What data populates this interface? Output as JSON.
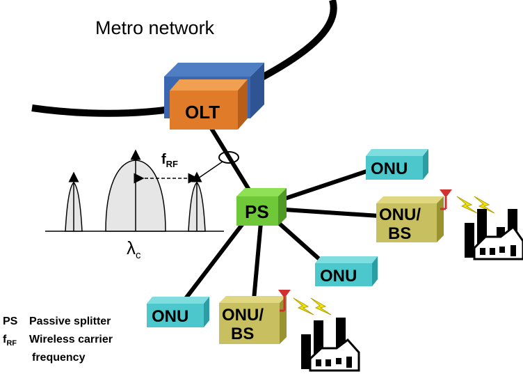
{
  "title": "Metro network",
  "olt_label": "OLT",
  "ps_label": "PS",
  "onu_label": "ONU",
  "onu_bs_label_line1": "ONU/",
  "onu_bs_label_line2": "BS",
  "spectrum": {
    "frf_main": "f",
    "frf_sub": "RF",
    "lambda_main": "λ",
    "lambda_sub": "c"
  },
  "legend": {
    "ps_abbr": "PS",
    "ps_desc": "Passive splitter",
    "frf_abbr_main": "f",
    "frf_abbr_sub": "RF",
    "frf_desc_line1": "Wireless carrier",
    "frf_desc_line2": "frequency"
  },
  "colors": {
    "olt_front": "#e07b2a",
    "olt_back": "#3a67b0",
    "ps": "#6fc837",
    "onu": "#4cc8cc",
    "onu_bs": "#c8c060",
    "antenna": "#d03030",
    "lightning": "#f2e40a",
    "spectrum_fill": "#e6e6e6"
  }
}
